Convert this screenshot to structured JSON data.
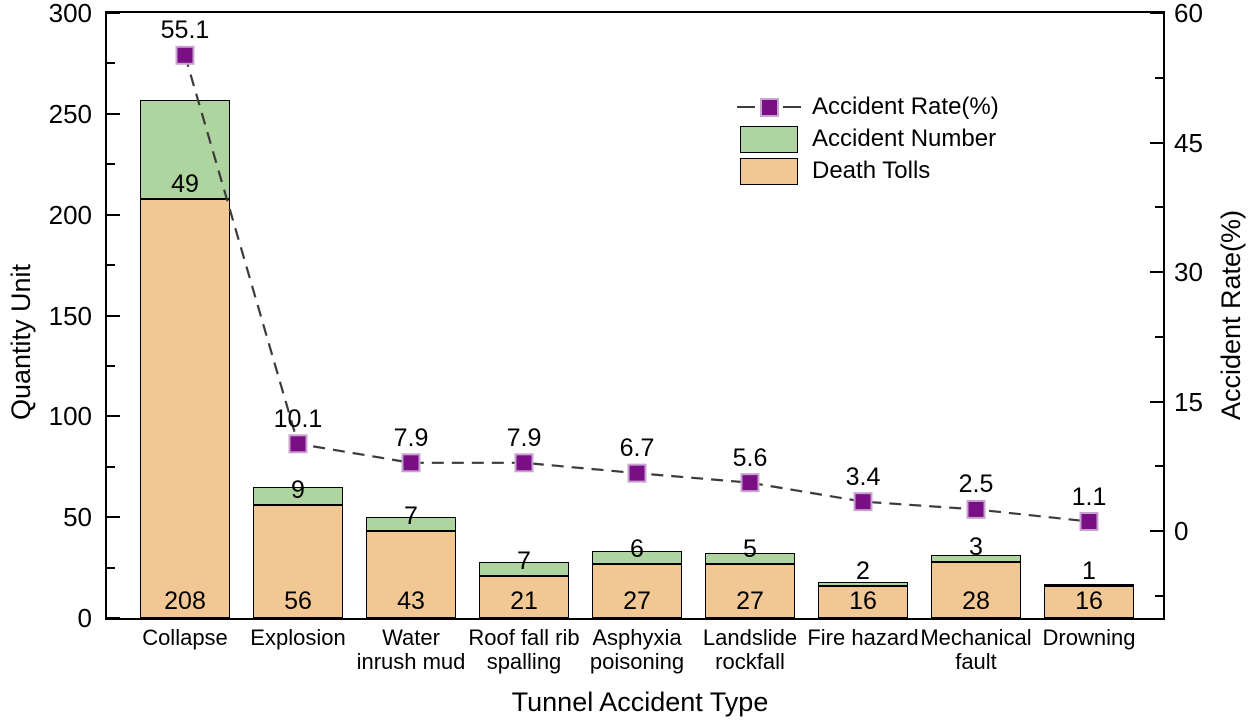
{
  "chart_data": {
    "type": "bar",
    "subtype": "stacked bars with overlaid dashed line on secondary axis",
    "title": "",
    "xlabel": "Tunnel Accident Type",
    "ylabel_left": "Quantity Unit",
    "ylabel_right": "Accident Rate(%)",
    "categories": [
      "Collapse",
      "Explosion",
      "Water\ninrush mud",
      "Roof fall rib\nspalling",
      "Asphyxia\npoisoning",
      "Landslide\nrockfall",
      "Fire hazard",
      "Mechanical\nfault",
      "Drowning"
    ],
    "series": [
      {
        "name": "Death Tolls",
        "type": "bar",
        "stack": "total",
        "color": "#f1c794",
        "values": [
          208,
          56,
          43,
          21,
          27,
          27,
          16,
          28,
          16
        ]
      },
      {
        "name": "Accident Number",
        "type": "bar",
        "stack": "total",
        "color": "#aed49f",
        "values": [
          49,
          9,
          7,
          7,
          6,
          5,
          2,
          3,
          1
        ]
      },
      {
        "name": "Accident Rate(%)",
        "type": "line",
        "axis": "right",
        "line_style": "dashed",
        "line_color": "#3b3b3b",
        "marker": "square",
        "marker_color": "#7a0e85",
        "marker_edge_color": "#c9a3d0",
        "values": [
          55.1,
          10.1,
          7.9,
          7.9,
          6.7,
          5.6,
          3.4,
          2.5,
          1.1
        ]
      }
    ],
    "left_axis": {
      "label": "Quantity Unit",
      "min": 0,
      "max": 300,
      "major_ticks": [
        0,
        50,
        100,
        150,
        200,
        250,
        300
      ],
      "minor_ticks": [
        25,
        75,
        125,
        175,
        225,
        275
      ]
    },
    "right_axis": {
      "label": "Accident Rate(%)",
      "ticks_shown_min": 0,
      "max": 60,
      "major_ticks": [
        0,
        15,
        30,
        45,
        60
      ],
      "minor_ticks": [
        -7.5,
        7.5,
        22.5,
        37.5,
        52.5
      ]
    },
    "grid": false,
    "legend_position": "upper right inside plot"
  },
  "legend": {
    "items": [
      {
        "label": "Accident Rate(%)",
        "type": "line-marker"
      },
      {
        "label": "Accident Number",
        "type": "patch",
        "color": "#aed49f"
      },
      {
        "label": "Death Tolls",
        "type": "patch",
        "color": "#f1c794"
      }
    ]
  },
  "colors": {
    "background": "#ffffff",
    "bar_death": "#f1c794",
    "bar_accident": "#aed49f",
    "bar_edge": "#000000",
    "line": "#3b3b3b",
    "marker_fill": "#7a0e85",
    "marker_edge": "#c9a3d0",
    "axis": "#000000",
    "text": "#000000"
  }
}
